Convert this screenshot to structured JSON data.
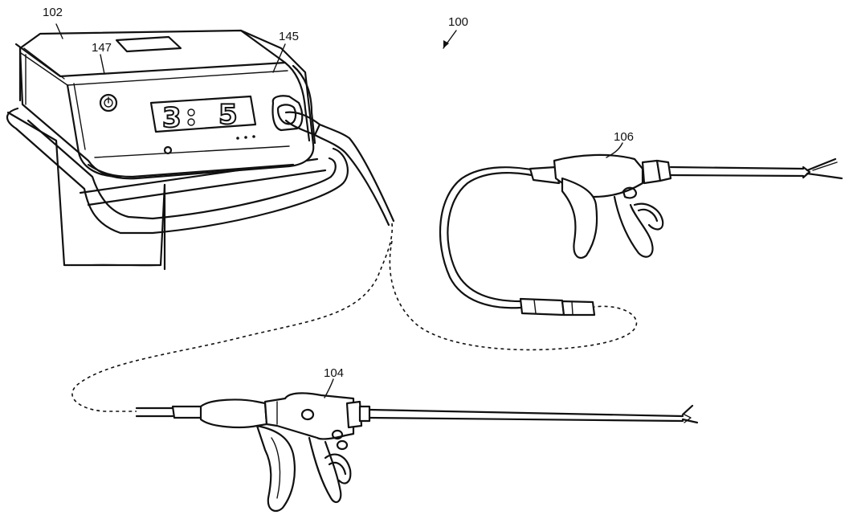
{
  "refs": {
    "system": "100",
    "generator": "102",
    "instrument_a": "104",
    "instrument_b": "106",
    "front_panel": "145",
    "top_panel": "147"
  },
  "display": {
    "left_digit": "3",
    "right_digit": "5"
  }
}
